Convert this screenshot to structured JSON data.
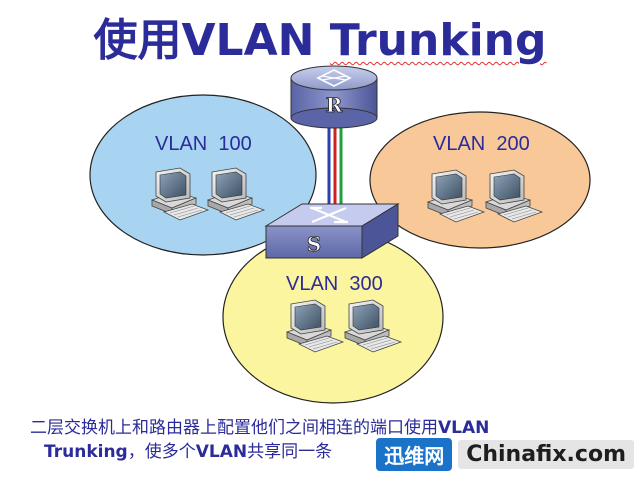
{
  "title": {
    "prefix": "使用VLAN ",
    "underlined": "Trunking"
  },
  "router": {
    "label": "R"
  },
  "switch": {
    "label": "S"
  },
  "vlans": [
    {
      "label": "VLAN  100",
      "color": "#a8d4f2"
    },
    {
      "label": "VLAN  200",
      "color": "#f8c898"
    },
    {
      "label": "VLAN  300",
      "color": "#fbf5a0"
    }
  ],
  "trunk_colors": [
    "#2a3fb0",
    "#d02020",
    "#20a040"
  ],
  "caption": {
    "line1_text": "二层交换机上和路由器上配置他们之间相连的端口使用",
    "line1_bold": "VLAN",
    "line2_bold1": "Trunking",
    "line2_text1": "，使多个",
    "line2_bold2": "VLAN",
    "line2_text2": "共享同一条"
  },
  "watermark": {
    "badge": "迅维网",
    "site": "Chinafix.com"
  }
}
